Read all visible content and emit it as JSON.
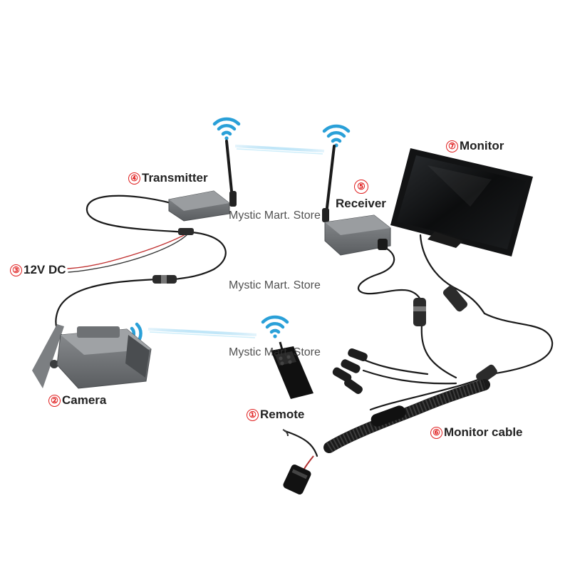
{
  "components": [
    {
      "number": "①",
      "name": "Remote"
    },
    {
      "number": "②",
      "name": "Camera"
    },
    {
      "number": "③",
      "name": "12V DC"
    },
    {
      "number": "④",
      "name": "Transmitter"
    },
    {
      "number": "⑤",
      "name": "Receiver"
    },
    {
      "number": "⑥",
      "name": "Monitor cable"
    },
    {
      "number": "⑦",
      "name": "Monitor"
    }
  ],
  "watermark": "Mystic Mart. Store",
  "colors": {
    "label_text": "#222222",
    "number_circle": "#e02020",
    "wifi": "#2aa0d8",
    "device_body": "#6f7275",
    "cable": "#1a1a1a"
  }
}
